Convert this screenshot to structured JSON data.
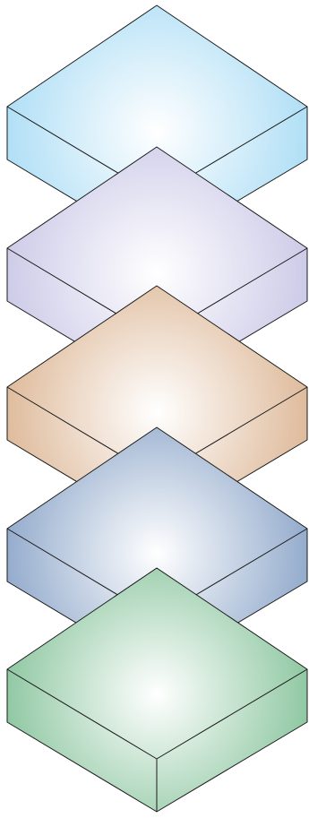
{
  "diagram": {
    "type": "stacked-isometric-blocks",
    "outline_color": "#1a1a1a",
    "layers": [
      {
        "name": "layer-1",
        "base_color": "#a9dcf5",
        "highlight_color": "#ffffff"
      },
      {
        "name": "layer-2",
        "base_color": "#c9c6e6",
        "highlight_color": "#ffffff"
      },
      {
        "name": "layer-3",
        "base_color": "#dcb593",
        "highlight_color": "#ffffff"
      },
      {
        "name": "layer-4",
        "base_color": "#8aa4c8",
        "highlight_color": "#ffffff"
      },
      {
        "name": "layer-5",
        "base_color": "#86c39a",
        "highlight_color": "#ffffff"
      }
    ]
  }
}
